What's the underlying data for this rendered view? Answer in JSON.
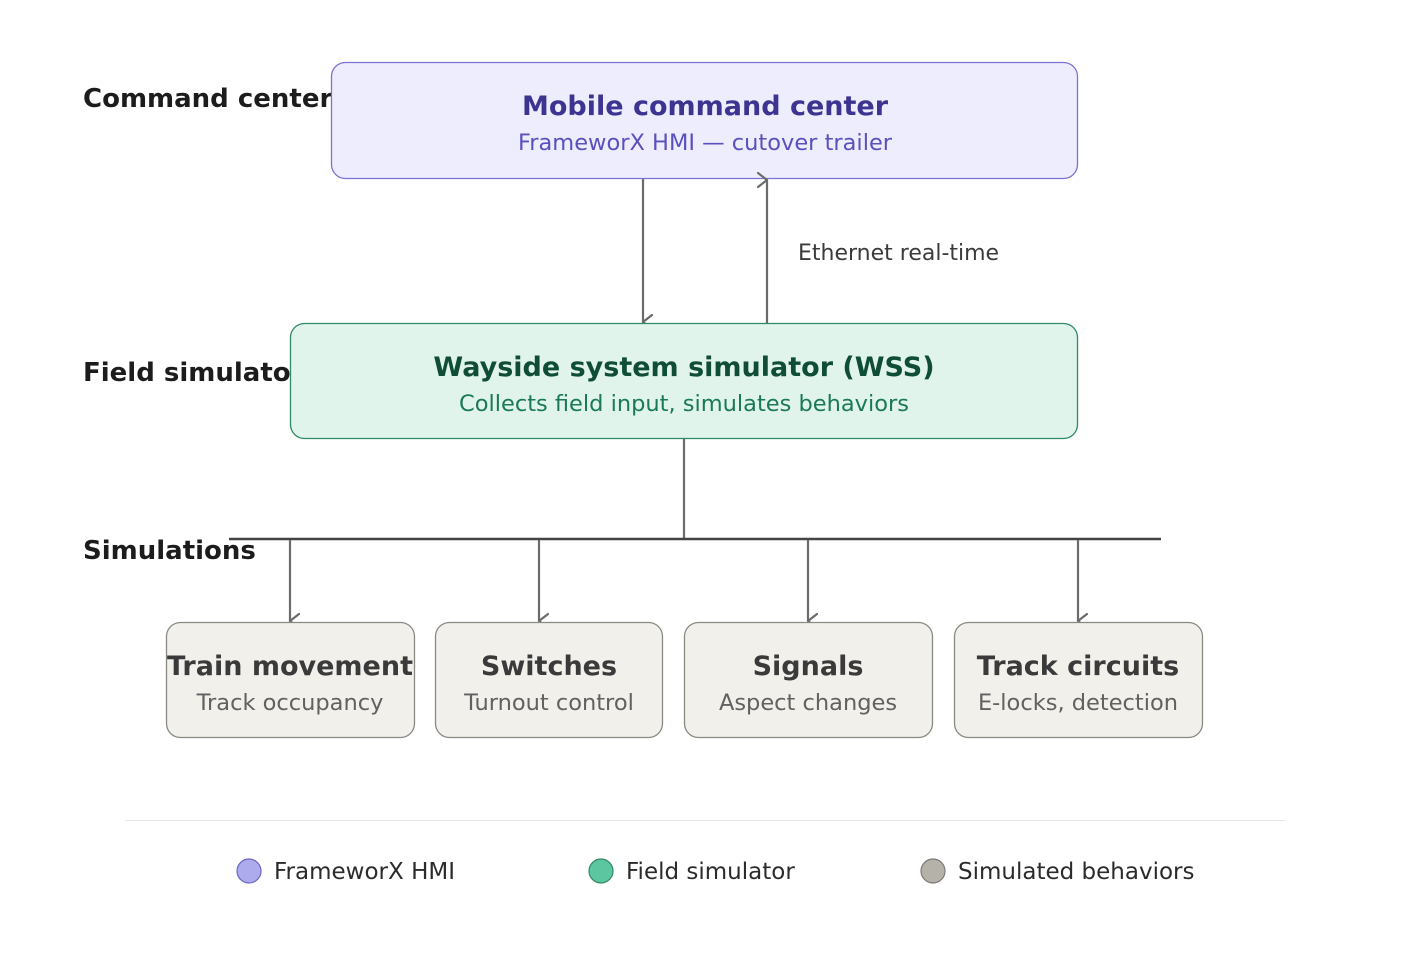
{
  "tiers": {
    "command": "Command center",
    "field": "Field simulator",
    "simulations": "Simulations"
  },
  "nodes": {
    "mcc": {
      "title": "Mobile command center",
      "subtitle": "FrameworX HMI — cutover trailer"
    },
    "wss": {
      "title": "Wayside system simulator (WSS)",
      "subtitle": "Collects field input, simulates behaviors"
    },
    "behaviors": [
      {
        "title": "Train movement",
        "subtitle": "Track occupancy"
      },
      {
        "title": "Switches",
        "subtitle": "Turnout control"
      },
      {
        "title": "Signals",
        "subtitle": "Aspect changes"
      },
      {
        "title": "Track circuits",
        "subtitle": "E-locks, detection"
      }
    ]
  },
  "edges": {
    "ethernet_label": "Ethernet real-time"
  },
  "legend": [
    {
      "label": "FrameworX HMI",
      "color": "#aeaaee"
    },
    {
      "label": "Field simulator",
      "color": "#5cc6a0"
    },
    {
      "label": "Simulated behaviors",
      "color": "#b5b2aa"
    }
  ],
  "colors": {
    "mcc_fill": "#eeedfd",
    "mcc_stroke": "#7b72d4",
    "mcc_title": "#3c3490",
    "mcc_sub": "#5a50be",
    "wss_fill": "#e1f4ec",
    "wss_stroke": "#2f8a66",
    "wss_title": "#0f4d36",
    "wss_sub": "#1a7a56",
    "behavior_fill": "#f2f0ea",
    "behavior_stroke": "#8b8983",
    "behavior_title": "#3a3a3a",
    "behavior_sub": "#616161",
    "connector": "#6b6b6b",
    "bus": "#444444"
  }
}
